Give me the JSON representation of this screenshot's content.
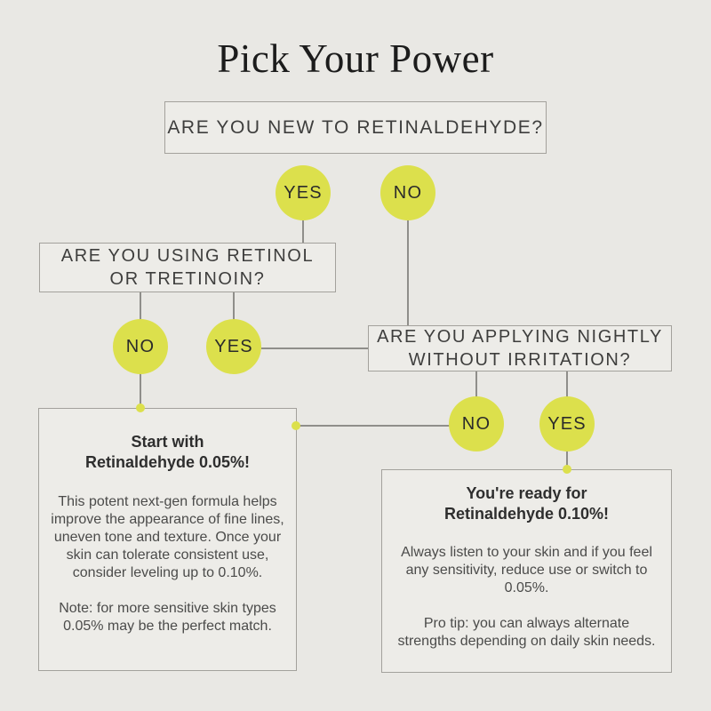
{
  "title": "Pick Your Power",
  "palette": {
    "background": "#e9e8e4",
    "box_fill": "#edece8",
    "box_border": "#a3a19c",
    "connector_line": "#8f8e8a",
    "circle_fill": "#dce04c",
    "question_text": "#3e3e3d",
    "heading_text": "#2e2e2e",
    "body_text": "#4b4b4a"
  },
  "questions": {
    "new_to_retinaldehyde": {
      "label": "ARE YOU NEW TO RETINALDEHYDE?"
    },
    "using_retinol": {
      "lines": [
        "ARE YOU USING RETINOL",
        "OR TRETINOIN?"
      ]
    },
    "applying_nightly": {
      "lines": [
        "ARE YOU APPLYING NIGHTLY",
        "WITHOUT IRRITATION?"
      ]
    }
  },
  "answers": {
    "q1_yes": "YES",
    "q1_no": "NO",
    "q2_no": "NO",
    "q2_yes": "YES",
    "q3_no": "NO",
    "q3_yes": "YES"
  },
  "results": {
    "start_005": {
      "heading_lines": [
        "Start with",
        "Retinaldehyde 0.05%!"
      ],
      "body": "This potent next-gen formula helps improve the appearance of fine lines, uneven tone and texture. Once your skin can tolerate consistent use, consider leveling up to 0.10%.",
      "note": "Note: for more sensitive skin types 0.05% may be the perfect match."
    },
    "ready_010": {
      "heading_lines": [
        "You're ready for",
        "Retinaldehyde 0.10%!"
      ],
      "body": "Always listen to your skin and if you feel any sensitivity, reduce use or switch to 0.05%.",
      "note": "Pro tip: you can always alternate strengths depending on daily skin needs."
    }
  }
}
